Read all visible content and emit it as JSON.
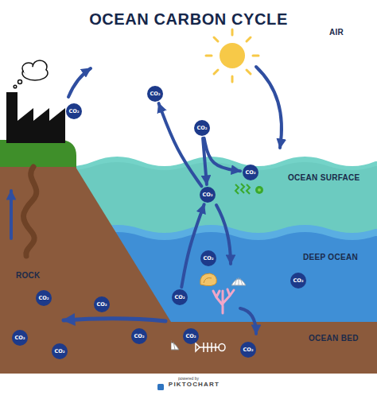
{
  "diagram": {
    "title": "OCEAN CARBON CYCLE",
    "nodes": [
      {
        "text": [
          "AIR"
        ]
      },
      {
        "text": [
          "CO₂"
        ],
        "in": 0
      },
      {
        "text": [
          "CO₂"
        ],
        "in": 0
      },
      {
        "text": [
          "CO₂"
        ],
        "in": 0
      },
      {
        "text": [
          "OCEAN SURFACE"
        ]
      },
      {
        "text": [
          "CO₂"
        ],
        "in": 4
      },
      {
        "text": [
          "CO₂"
        ],
        "in": 4
      },
      {
        "text": [
          "DEEP OCEAN"
        ]
      },
      {
        "text": [
          "CO₂"
        ],
        "in": 7
      },
      {
        "text": [
          "CO₂"
        ],
        "in": 7
      },
      {
        "text": [
          "CO₂"
        ],
        "in": 7
      },
      {
        "text": [
          "ROCK"
        ]
      },
      {
        "text": [
          "CO₂"
        ],
        "in": 11
      },
      {
        "text": [
          "CO₂"
        ],
        "in": 11
      },
      {
        "text": [
          "CO₂"
        ],
        "in": 11
      },
      {
        "text": [
          "CO₂"
        ],
        "in": 11
      },
      {
        "text": [
          "OCEAN BED"
        ]
      },
      {
        "text": [
          "CO₂"
        ],
        "in": 16
      },
      {
        "text": [
          "CO₂"
        ],
        "in": 16
      },
      {
        "text": [
          "CO₂"
        ],
        "in": 16
      }
    ],
    "edges": [
      {
        "from": 3,
        "to": 5,
        "arrow": "to"
      },
      {
        "from": 3,
        "to": 6,
        "arrow": "to"
      },
      {
        "from": 6,
        "to": 2,
        "arrow": "to"
      },
      {
        "from": 9,
        "to": 6,
        "arrow": "to"
      }
    ],
    "labels": [
      "powered by",
      "PIKTOCHART"
    ]
  }
}
